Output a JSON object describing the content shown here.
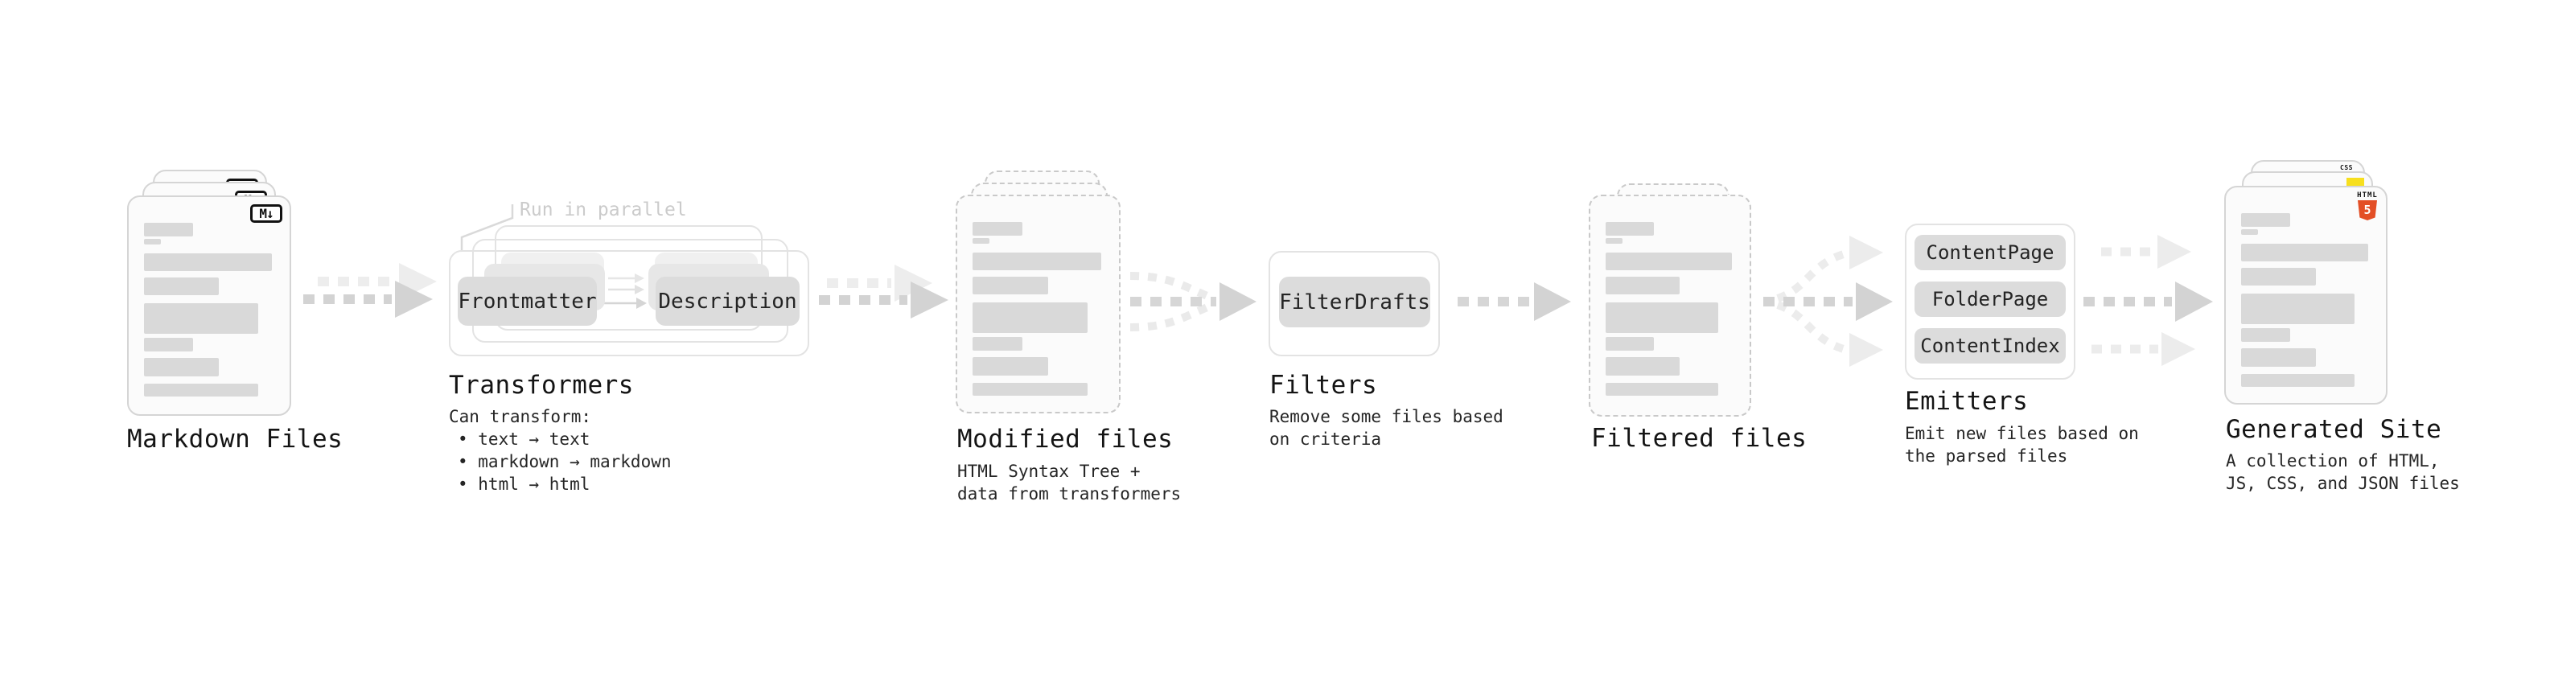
{
  "colors": {
    "html5_orange": "#e34f26",
    "js_yellow": "#f7df1e",
    "css_blue": "#2965f1",
    "bar_gray": "#d9d9d9"
  },
  "doc_bars": [
    {
      "w": 38,
      "h": 17,
      "mt": 0
    },
    {
      "w": 13,
      "h": 7,
      "mt": 3
    },
    {
      "w": 99,
      "h": 22,
      "mt": 11
    },
    {
      "w": 58,
      "h": 22,
      "mt": 8
    },
    {
      "w": 88,
      "h": 38,
      "mt": 10
    },
    {
      "w": 38,
      "h": 17,
      "mt": 5
    },
    {
      "w": 58,
      "h": 23,
      "mt": 8
    },
    {
      "w": 88,
      "h": 16,
      "mt": 9
    }
  ],
  "stages": {
    "markdown": {
      "label": "Markdown Files",
      "badge": "M↓"
    },
    "transformers": {
      "label": "Transformers",
      "annotation": "Run in parallel",
      "btn_left": "Frontmatter",
      "btn_right": "Description",
      "note_title": "Can transform:",
      "bullets": [
        "• text → text",
        "• markdown → markdown",
        "• html → html"
      ]
    },
    "modified": {
      "label": "Modified files",
      "sub_lines": [
        "HTML Syntax Tree +",
        "data from transformers"
      ]
    },
    "filters": {
      "label": "Filters",
      "button": "FilterDrafts",
      "sub_lines": [
        "Remove some files based",
        "on criteria"
      ]
    },
    "filtered": {
      "label": "Filtered files"
    },
    "emitters": {
      "label": "Emitters",
      "buttons": [
        "ContentPage",
        "FolderPage",
        "ContentIndex"
      ],
      "sub_lines": [
        "Emit new files based on",
        "the parsed files"
      ]
    },
    "site": {
      "label": "Generated Site",
      "sub_lines": [
        "A collection of HTML,",
        "JS, CSS, and JSON files"
      ],
      "badge_html_word": "HTML",
      "badge_html_num": "5",
      "badge_css": "CSS"
    }
  }
}
